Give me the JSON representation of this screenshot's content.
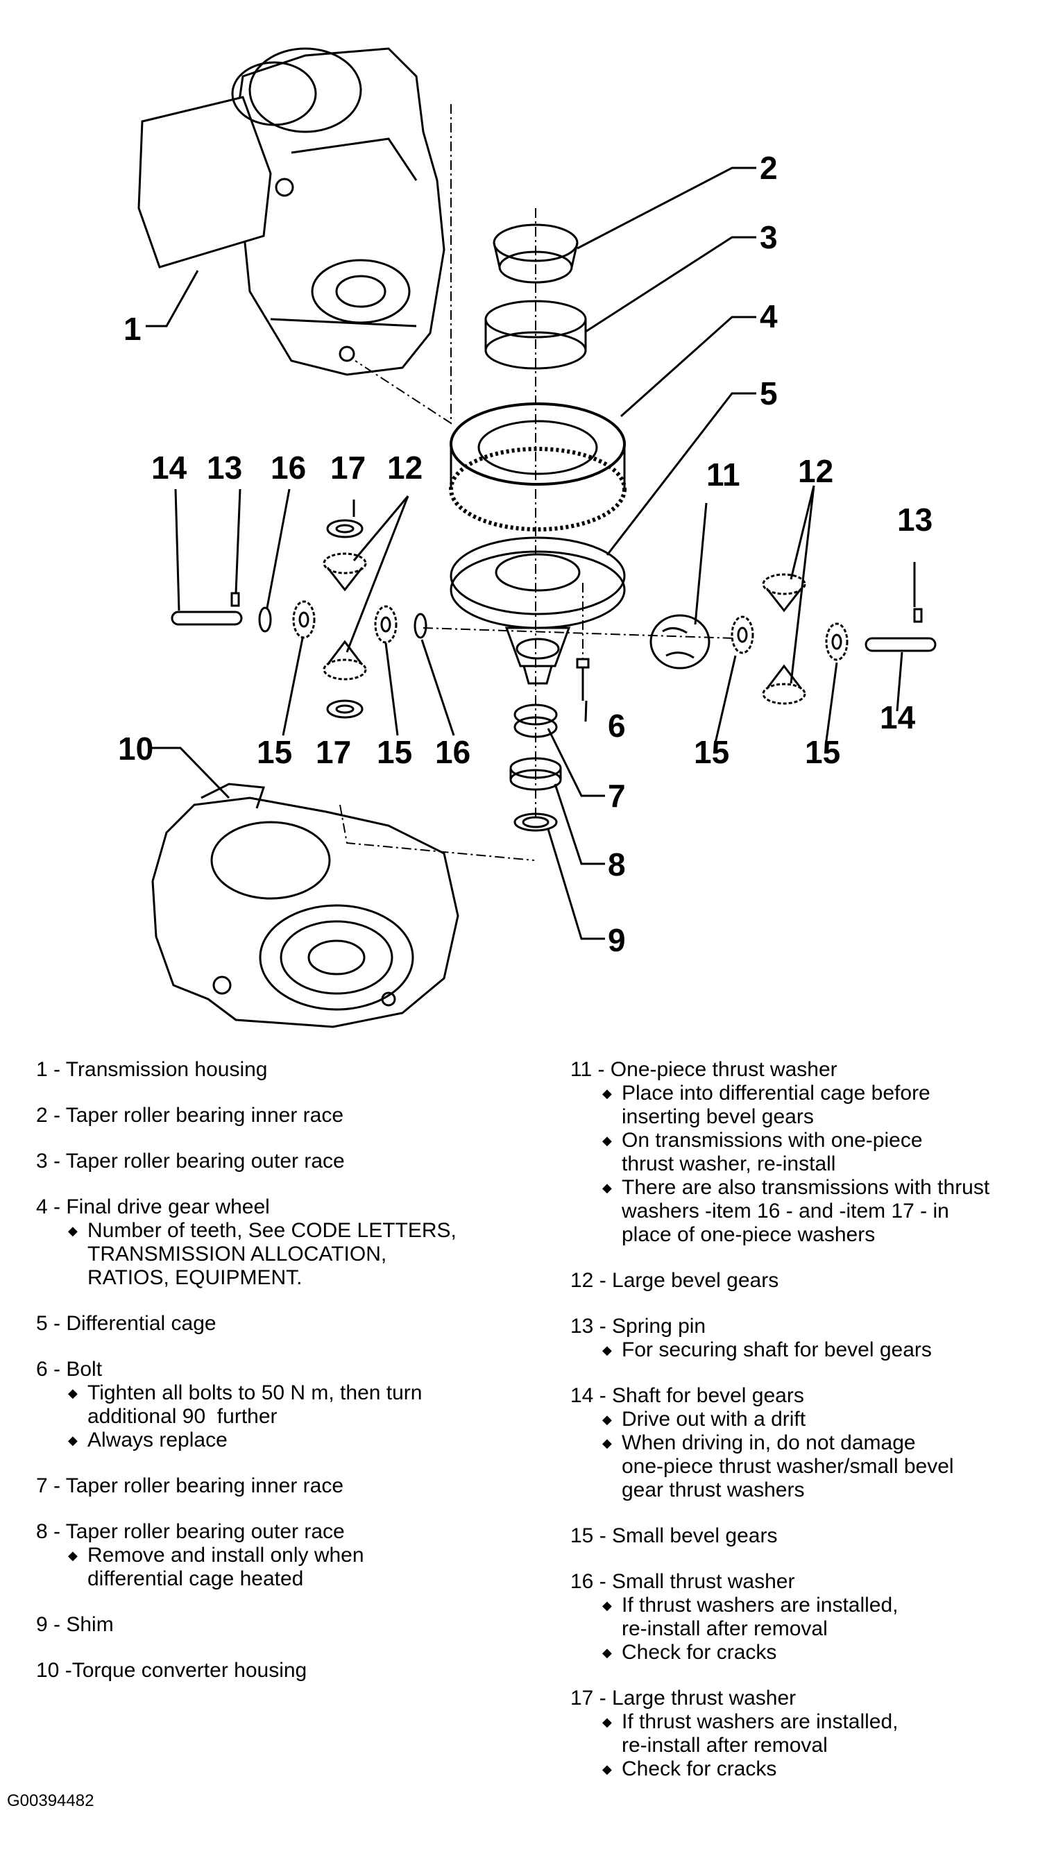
{
  "callouts": [
    "1",
    "2",
    "3",
    "4",
    "5",
    "6",
    "7",
    "8",
    "9",
    "10",
    "11",
    "12",
    "13",
    "14",
    "15",
    "16",
    "17"
  ],
  "legend_left": [
    {
      "title": "1 - Transmission housing",
      "bullets": []
    },
    {
      "title": "2 - Taper roller bearing inner race",
      "bullets": []
    },
    {
      "title": "3 - Taper roller bearing outer race",
      "bullets": []
    },
    {
      "title": "4 - Final drive gear wheel",
      "bullets": [
        [
          "Number of teeth, See CODE LETTERS,",
          "TRANSMISSION ALLOCATION,",
          "RATIOS, EQUIPMENT."
        ]
      ]
    },
    {
      "title": "5 - Differential cage",
      "bullets": []
    },
    {
      "title": "6 - Bolt",
      "bullets": [
        [
          "Tighten all bolts to 50 N m, then turn",
          "additional 90  further"
        ],
        [
          "Always replace"
        ]
      ]
    },
    {
      "title": "7 - Taper roller bearing inner race",
      "bullets": []
    },
    {
      "title": "8 - Taper roller bearing outer race",
      "bullets": [
        [
          "Remove and install only when",
          "differential cage heated"
        ]
      ]
    },
    {
      "title": "9 - Shim",
      "bullets": []
    },
    {
      "title": "10 -Torque converter housing",
      "bullets": []
    }
  ],
  "legend_right": [
    {
      "title": "11 - One-piece thrust washer",
      "bullets": [
        [
          "Place into differential cage before",
          "inserting bevel gears"
        ],
        [
          "On transmissions with one-piece",
          "thrust washer, re-install"
        ],
        [
          "There are also transmissions with thrust",
          "washers -item 16 - and -item 17 - in",
          "place of one-piece washers"
        ]
      ]
    },
    {
      "title": "12 - Large bevel gears",
      "bullets": []
    },
    {
      "title": "13 - Spring pin",
      "bullets": [
        [
          "For securing shaft for bevel gears"
        ]
      ]
    },
    {
      "title": "14 - Shaft for bevel gears",
      "bullets": [
        [
          "Drive out with a drift"
        ],
        [
          "When driving in, do not damage",
          "one-piece thrust washer/small bevel",
          "gear thrust washers"
        ]
      ]
    },
    {
      "title": "15 - Small bevel gears",
      "bullets": []
    },
    {
      "title": "16 - Small thrust washer",
      "bullets": [
        [
          "If thrust washers are installed,",
          "re-install after removal"
        ],
        [
          "Check for cracks"
        ]
      ]
    },
    {
      "title": "17 - Large thrust washer",
      "bullets": [
        [
          "If thrust washers are installed,",
          "re-install after removal"
        ],
        [
          "Check for cracks"
        ]
      ]
    }
  ],
  "figure_id": "G00394482"
}
